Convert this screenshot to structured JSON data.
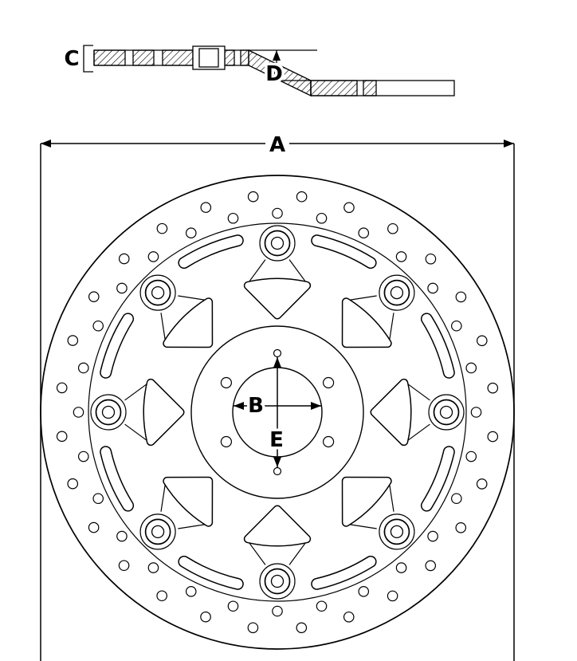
{
  "drawing": {
    "background": "#ffffff",
    "stroke_color": "#000000",
    "dimension_labels": {
      "a": "A",
      "b": "B",
      "c": "C",
      "d": "D",
      "e": "E"
    }
  }
}
